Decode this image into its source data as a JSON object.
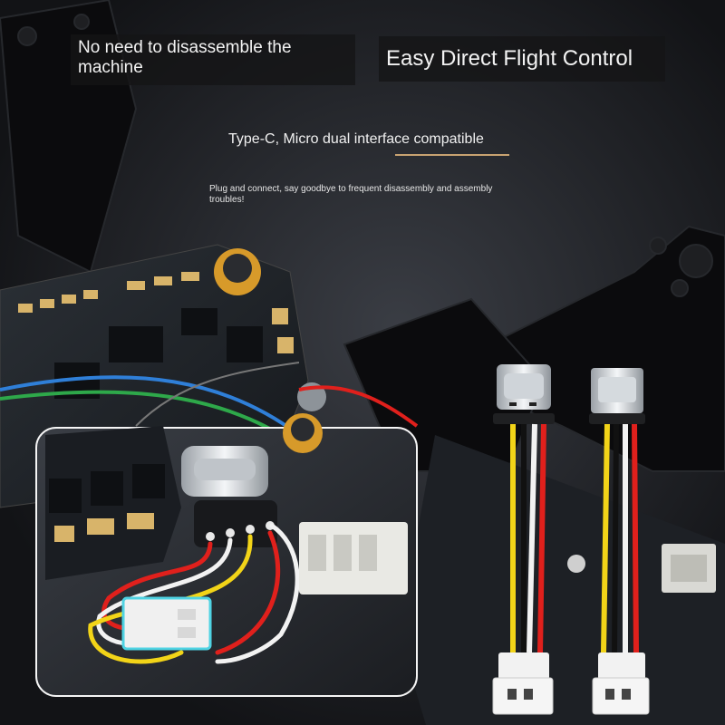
{
  "headline_left": "No need to disassemble the machine",
  "headline_right": "Easy Direct Flight Control",
  "subtitle": "Type-C, Micro dual interface compatible",
  "description": "Plug and connect, say goodbye to frequent disassembly and assembly troubles!",
  "colors": {
    "background": "#1a1c20",
    "accent_rule": "#c8a271",
    "frame": "#0b0b0d",
    "pcb": "#23272d",
    "pad_gold": "#d8b46a",
    "wire_red": "#e0201c",
    "wire_yellow": "#f2d418",
    "wire_white": "#f2f2f2",
    "wire_blue": "#2f7fd8",
    "wire_green": "#2ea84a"
  }
}
